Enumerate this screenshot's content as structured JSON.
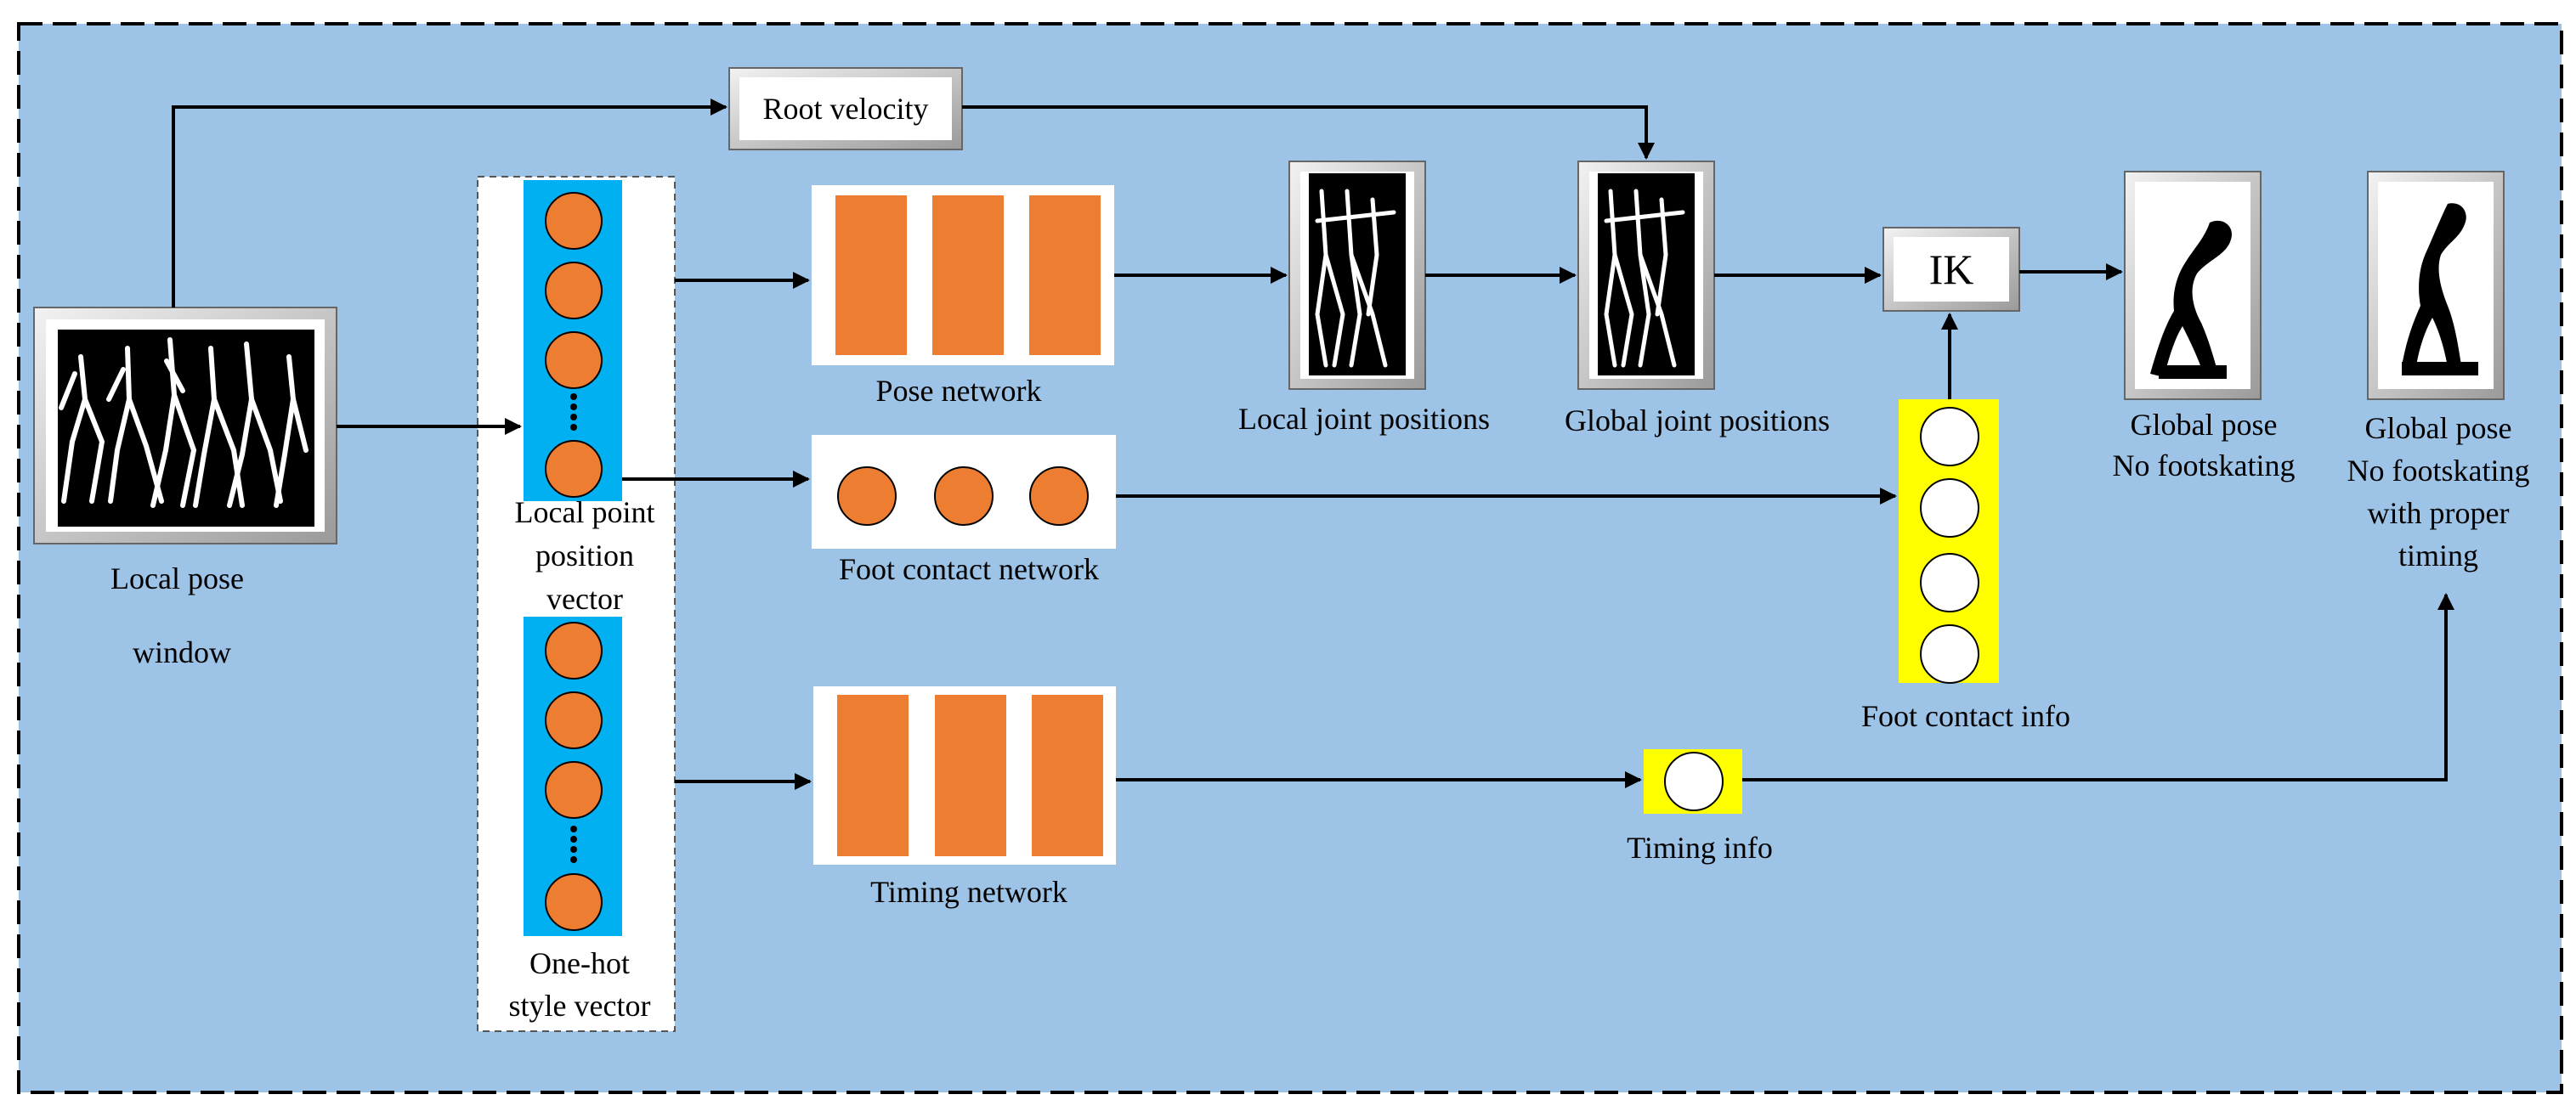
{
  "colors": {
    "background": "#9dc3e6",
    "vector_column": "#00b0f0",
    "node_orange": "#ed7d31",
    "info_yellow": "#ffff00",
    "arrow": "#000000"
  },
  "inputs": {
    "local_pose_window": {
      "label_line1": "Local pose",
      "label_line2": "window"
    },
    "root_velocity": {
      "label": "Root velocity"
    }
  },
  "vectors": {
    "local_point_position": {
      "line1": "Local point",
      "line2": "position",
      "line3": "vector"
    },
    "one_hot_style": {
      "line1": "One-hot",
      "line2": "style vector"
    }
  },
  "networks": {
    "pose": {
      "label": "Pose network"
    },
    "foot_contact": {
      "label": "Foot contact network"
    },
    "timing": {
      "label": "Timing network"
    }
  },
  "outputs": {
    "local_joint_positions": {
      "label": "Local joint positions"
    },
    "global_joint_positions": {
      "label": "Global joint positions"
    },
    "ik": {
      "label": "IK"
    },
    "foot_contact_info": {
      "label": "Foot contact info"
    },
    "timing_info": {
      "label": "Timing info"
    },
    "global_pose": {
      "line1": "Global pose",
      "line2": "No footskating"
    },
    "global_pose_timed": {
      "line1": "Global pose",
      "line2": "No footskating",
      "line3": "with proper",
      "line4": "timing"
    }
  }
}
